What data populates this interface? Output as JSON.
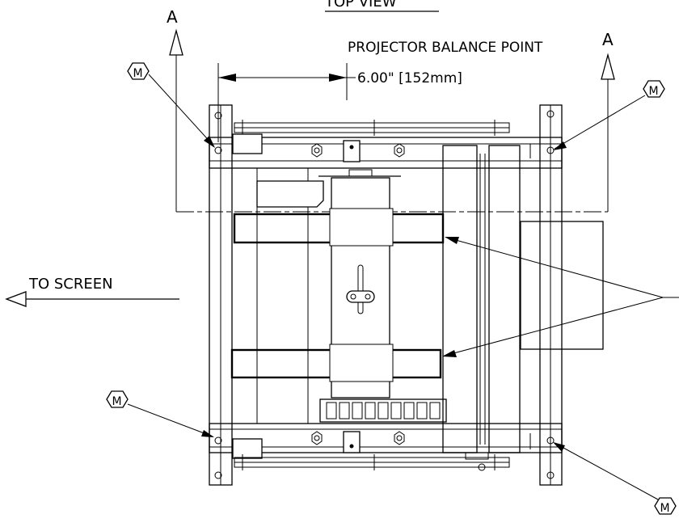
{
  "drawing": {
    "view_title": "TOP  VIEW",
    "section_label_left": "A",
    "section_label_right": "A",
    "balance_point_label": "PROJECTOR BALANCE POINT",
    "dimension_label": "6.00\" [152mm]",
    "direction_label": "TO SCREEN",
    "mount_tag": "M",
    "mount_tag_count": 4
  }
}
